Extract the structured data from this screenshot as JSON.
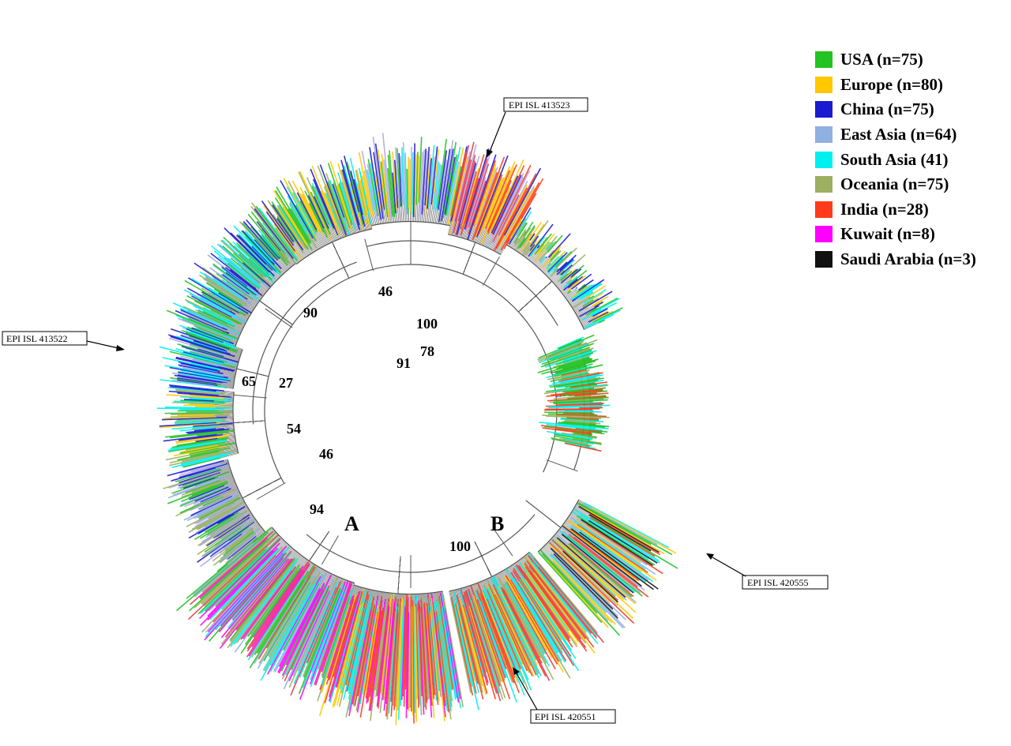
{
  "legend": {
    "items": [
      {
        "label": "USA (n=75)",
        "color": "#22c322"
      },
      {
        "label": "Europe (n=80)",
        "color": "#ffc800"
      },
      {
        "label": "China (n=75)",
        "color": "#1a1ad0"
      },
      {
        "label": "East Asia (n=64)",
        "color": "#8fb0e0"
      },
      {
        "label": "South Asia (41)",
        "color": "#00f0f0"
      },
      {
        "label": "Oceania (n=75)",
        "color": "#9bb060"
      },
      {
        "label": "India (n=28)",
        "color": "#ff3a1a"
      },
      {
        "label": "Kuwait (n=8)",
        "color": "#ff00ff"
      },
      {
        "label": "Saudi Arabia (n=3)",
        "color": "#111111"
      }
    ]
  },
  "bootstrap_labels": [
    "46",
    "90",
    "100",
    "78",
    "91",
    "65",
    "27",
    "54",
    "46",
    "94",
    "100"
  ],
  "clade_labels": [
    "A",
    "B"
  ],
  "callouts": [
    "EPI ISL 413523",
    "EPI ISL 413522",
    "EPI ISL 420555",
    "EPI ISL 420551"
  ],
  "tree_colors": {
    "branch": "#555555",
    "leaf_palette": [
      "#22c322",
      "#ffc800",
      "#1a1ad0",
      "#8fb0e0",
      "#00f0f0",
      "#9bb060",
      "#ff3a1a",
      "#ff00ff",
      "#111111",
      "#b0a8e8",
      "#e8364f"
    ]
  }
}
